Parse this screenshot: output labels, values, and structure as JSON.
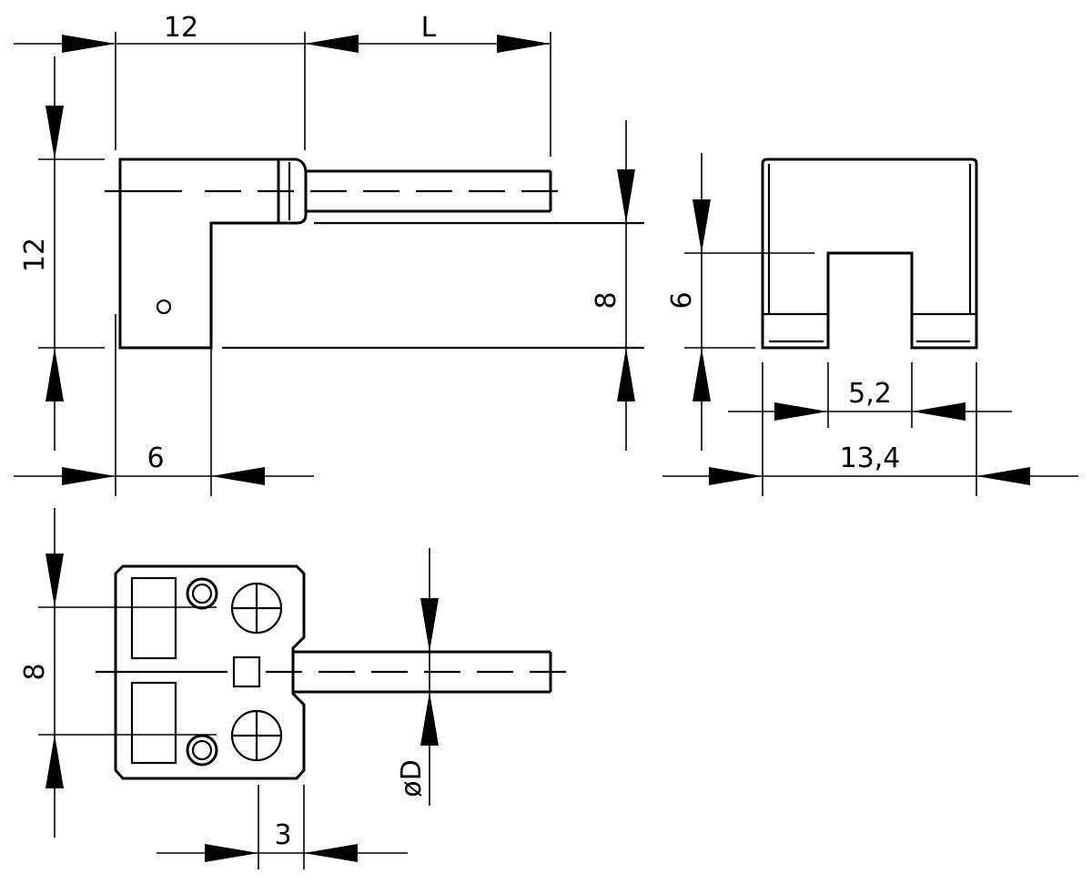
{
  "dimensions": {
    "top_width": "12",
    "cable_length": "L",
    "left_height": "12",
    "right_height": "8",
    "bottom_width": "6",
    "slot_height": "6",
    "slot_width": "5,2",
    "total_width": "13,4",
    "front_height": "8",
    "cable_diameter": "øD",
    "offset": "3"
  }
}
